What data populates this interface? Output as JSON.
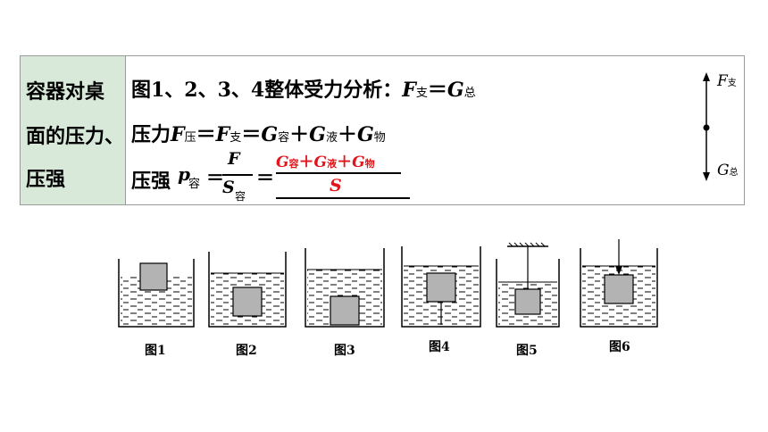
{
  "table": {
    "label": [
      "容器对桌",
      "面的压力、",
      "压强"
    ],
    "line1": {
      "prefix": "图1、2、3、4整体受力分析：",
      "F": "F",
      "sub_zhi": "支",
      "eq": "＝",
      "G": "G",
      "sub_zong": "总"
    },
    "line2": {
      "prefix": "压力",
      "F": "F",
      "sub_ya": "压",
      "eq1": "＝",
      "F2": "F",
      "sub_zhi": "支",
      "eq2": "＝",
      "G1": "G",
      "sub_rong": "容",
      "plus1": "＋",
      "G2": "G",
      "sub_ye": "液",
      "plus2": "＋",
      "G3": "G",
      "sub_wu": "物"
    },
    "line3": {
      "prefix": "压强",
      "p": "p",
      "sub_rong": "容",
      "eq1": "＝",
      "frac1_num": "F",
      "frac1_den": "S",
      "frac1_den_sub": "容",
      "eq2": "＝",
      "frac2_num_G1": "G",
      "frac2_num_sub1": "容",
      "frac2_num_plus1": "＋",
      "frac2_num_G2": "G",
      "frac2_num_sub2": "液",
      "frac2_num_plus2": "＋",
      "frac2_num_G3": "G",
      "frac2_num_sub3": "物",
      "frac2_den": "S"
    },
    "force": {
      "top_label": "F",
      "top_sub": "支",
      "bottom_label": "G",
      "bottom_sub": "总"
    }
  },
  "figures": {
    "captions": [
      "图1",
      "图2",
      "图3",
      "图4",
      "图5",
      "图6"
    ]
  },
  "colors": {
    "label_bg": "#d8e9da",
    "red": "#e3151a",
    "block": "#b3b3b3",
    "border": "#9a9a9a"
  }
}
